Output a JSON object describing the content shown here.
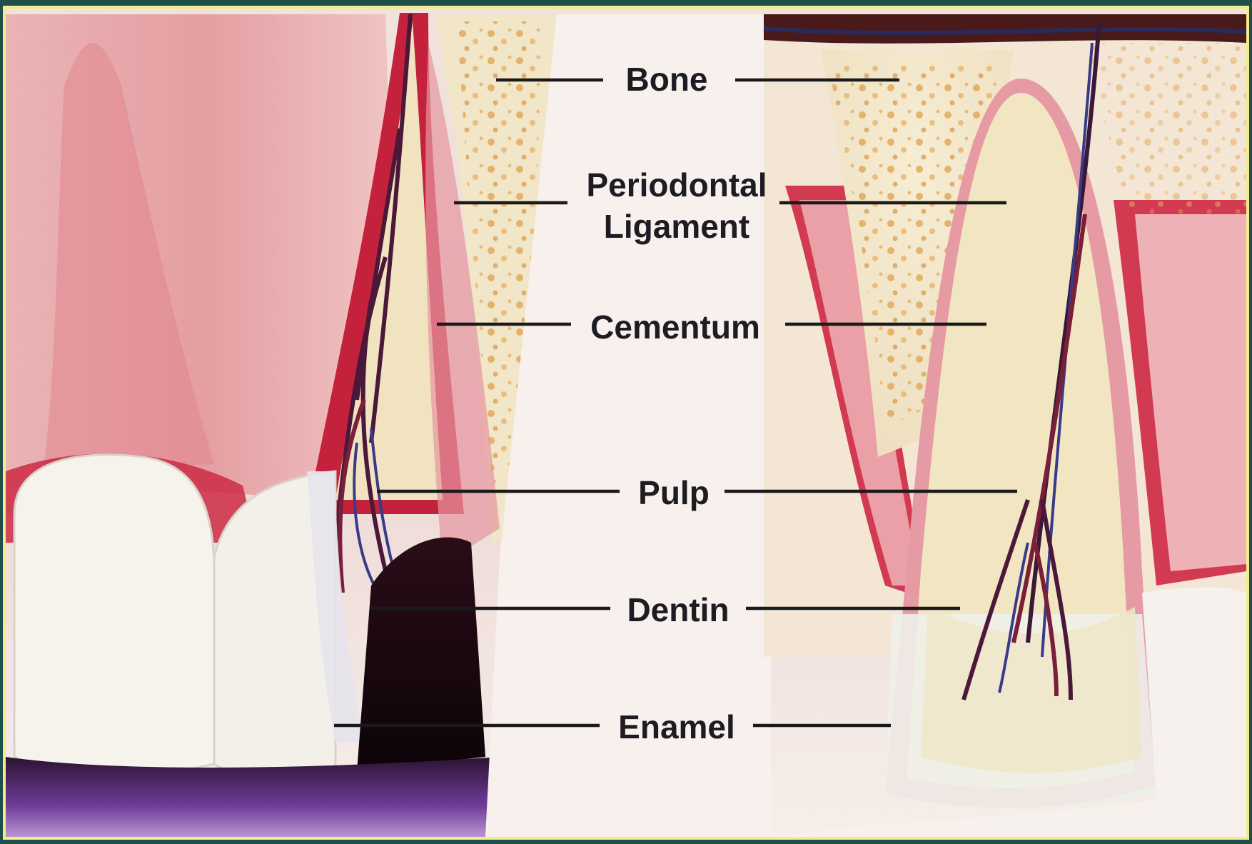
{
  "diagram": {
    "labels": {
      "bone": "Bone",
      "periodontal_line1": "Periodontal",
      "periodontal_line2": "Ligament",
      "cementum": "Cementum",
      "pulp": "Pulp",
      "dentin": "Dentin",
      "enamel": "Enamel"
    },
    "colors": {
      "frame": "#1f4f4b",
      "border": "#f4ef9a",
      "gum": "#e8a9ad",
      "gum_dark": "#c9283f",
      "bone": "#f3ead0",
      "bone_spots": "#e6a860",
      "dentin": "#f2e8c4",
      "enamel": "#f6f2ec",
      "pulp_nerve": "#4a1a3a",
      "shadow": "#1a0a14",
      "base_purple": "#7a3fa0"
    }
  }
}
